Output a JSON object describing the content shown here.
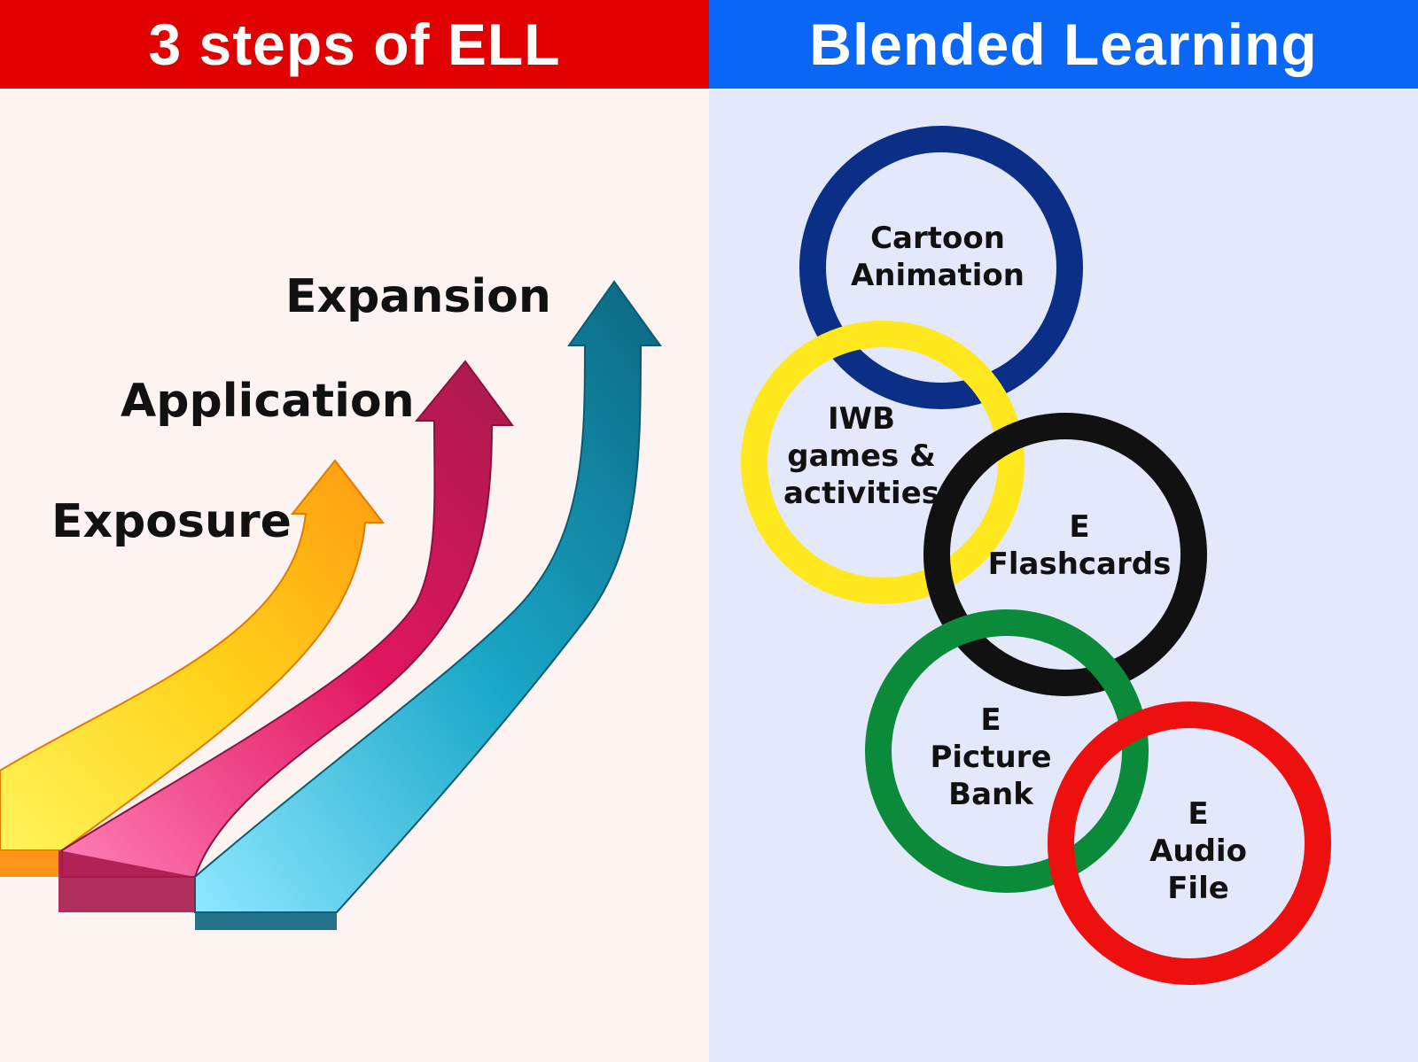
{
  "left": {
    "title": "3 steps of ELL",
    "header_color": "#e00000",
    "background": "#fdf3f1",
    "steps": [
      {
        "label": "Exposure",
        "color": "#ffd21a"
      },
      {
        "label": "Application",
        "color": "#e0165f"
      },
      {
        "label": "Expansion",
        "color": "#1aa8c9"
      }
    ]
  },
  "right": {
    "title": "Blended Learning",
    "header_color": "#0a66f5",
    "background": "#e3e9fb",
    "rings": [
      {
        "lines": [
          "Cartoon",
          "Animation"
        ],
        "color": "#0b2f86"
      },
      {
        "lines": [
          "IWB",
          "games &",
          "activities"
        ],
        "color": "#ffe81e"
      },
      {
        "lines": [
          "E",
          "Flashcards"
        ],
        "color": "#111111"
      },
      {
        "lines": [
          "E",
          "Picture",
          "Bank"
        ],
        "color": "#0b8a3a"
      },
      {
        "lines": [
          "E",
          "Audio",
          "File"
        ],
        "color": "#ee0f0f"
      }
    ]
  }
}
